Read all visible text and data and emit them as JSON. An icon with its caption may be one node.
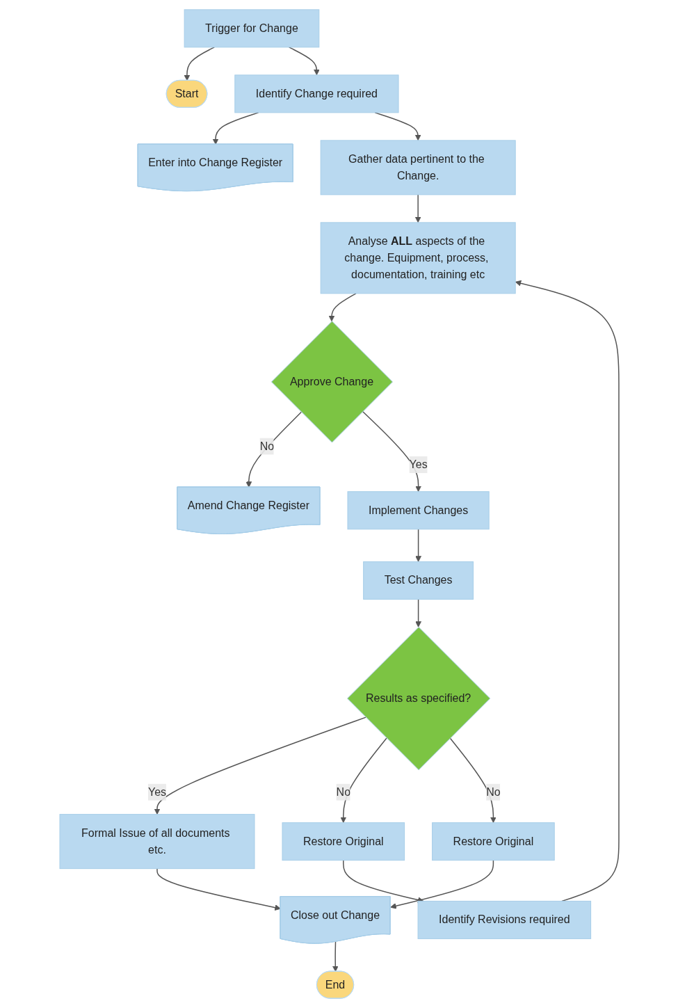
{
  "diagram": {
    "nodes": [
      {
        "text": [
          "Start"
        ]
      },
      {
        "text": [
          "Trigger for Change"
        ]
      },
      {
        "text": [
          "Identify Change required"
        ]
      },
      {
        "text": [
          "Enter into Change Register"
        ]
      },
      {
        "text": [
          "Gather data pertinent to the Change."
        ]
      },
      {
        "text": [
          "Analyse **ALL** aspects of the change. Equipment, process, documentation, training etc"
        ]
      },
      {
        "text": [
          "Approve Change"
        ]
      },
      {
        "text": [
          "Amend Change Register"
        ]
      },
      {
        "text": [
          "Implement Changes"
        ]
      },
      {
        "text": [
          "Test Changes"
        ]
      },
      {
        "text": [
          "Identify Revisions required"
        ]
      },
      {
        "text": [
          "Restore Original"
        ]
      },
      {
        "text": [
          "Results as specified?"
        ]
      },
      {
        "text": [
          "Formal Issue of all documents etc."
        ]
      },
      {
        "text": [
          "Restore Original"
        ]
      },
      {
        "text": [
          "Close out Change"
        ]
      },
      {
        "text": [
          "End"
        ]
      }
    ],
    "edges": [
      {
        "from": 1,
        "to": 0,
        "arrow": "to"
      },
      {
        "from": 1,
        "to": 2,
        "arrow": "to"
      },
      {
        "from": 2,
        "to": 3,
        "arrow": "to"
      },
      {
        "from": 2,
        "to": 4,
        "arrow": "to"
      },
      {
        "from": 4,
        "to": 5,
        "arrow": "to"
      },
      {
        "from": 5,
        "to": 6,
        "arrow": "to"
      },
      {
        "from": 6,
        "to": 7,
        "arrow": "to",
        "label": "No"
      },
      {
        "from": 6,
        "to": 8,
        "arrow": "to",
        "label": "Yes"
      },
      {
        "from": 8,
        "to": 9,
        "arrow": "to"
      },
      {
        "from": 9,
        "to": 12,
        "arrow": "to"
      },
      {
        "from": 12,
        "to": 13,
        "arrow": "to",
        "label": "Yes"
      },
      {
        "from": 12,
        "to": 11,
        "arrow": "to",
        "label": "No"
      },
      {
        "from": 12,
        "to": 14,
        "arrow": "to",
        "label": "No"
      },
      {
        "from": 11,
        "to": 10,
        "arrow": "to"
      },
      {
        "from": 10,
        "to": 5,
        "arrow": "to"
      },
      {
        "from": 13,
        "to": 15,
        "arrow": "to"
      },
      {
        "from": 14,
        "to": 15,
        "arrow": "to"
      },
      {
        "from": 15,
        "to": 16,
        "arrow": "to"
      }
    ]
  }
}
